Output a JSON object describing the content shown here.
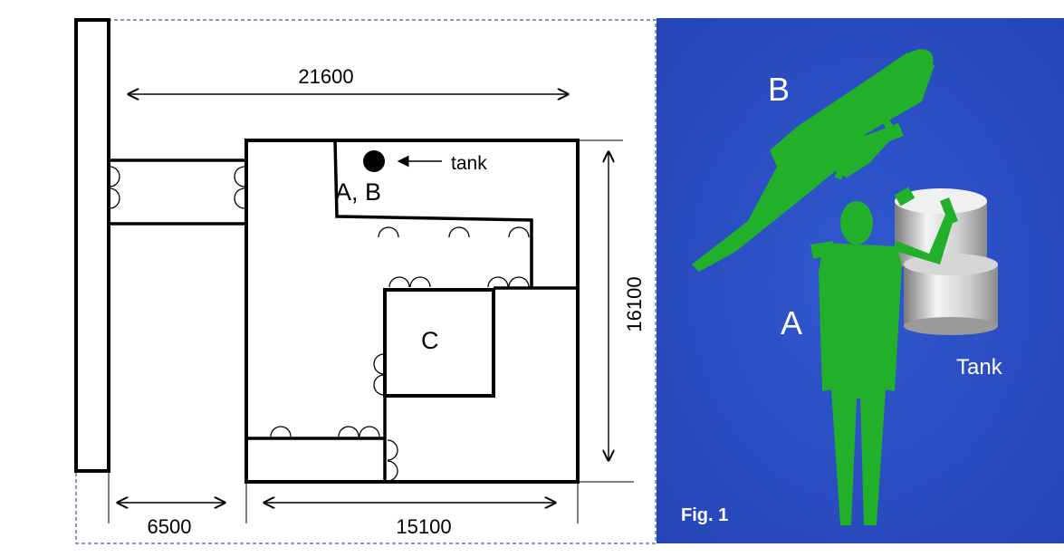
{
  "floor_plan": {
    "dimensions": {
      "top_width": "21600",
      "right_height": "16100",
      "bottom_left": "6500",
      "bottom_right": "15100"
    },
    "labels": {
      "tank_marker": "tank",
      "room_ab": "A, B",
      "room_c": "C"
    }
  },
  "render_panel": {
    "labels": {
      "figure_b": "B",
      "figure_a": "A",
      "tank": "Tank",
      "caption": "Fig. 1"
    },
    "colors": {
      "background": "#2a4fc4",
      "figure": "#22b02a",
      "tank": "#d8d8d8"
    }
  }
}
